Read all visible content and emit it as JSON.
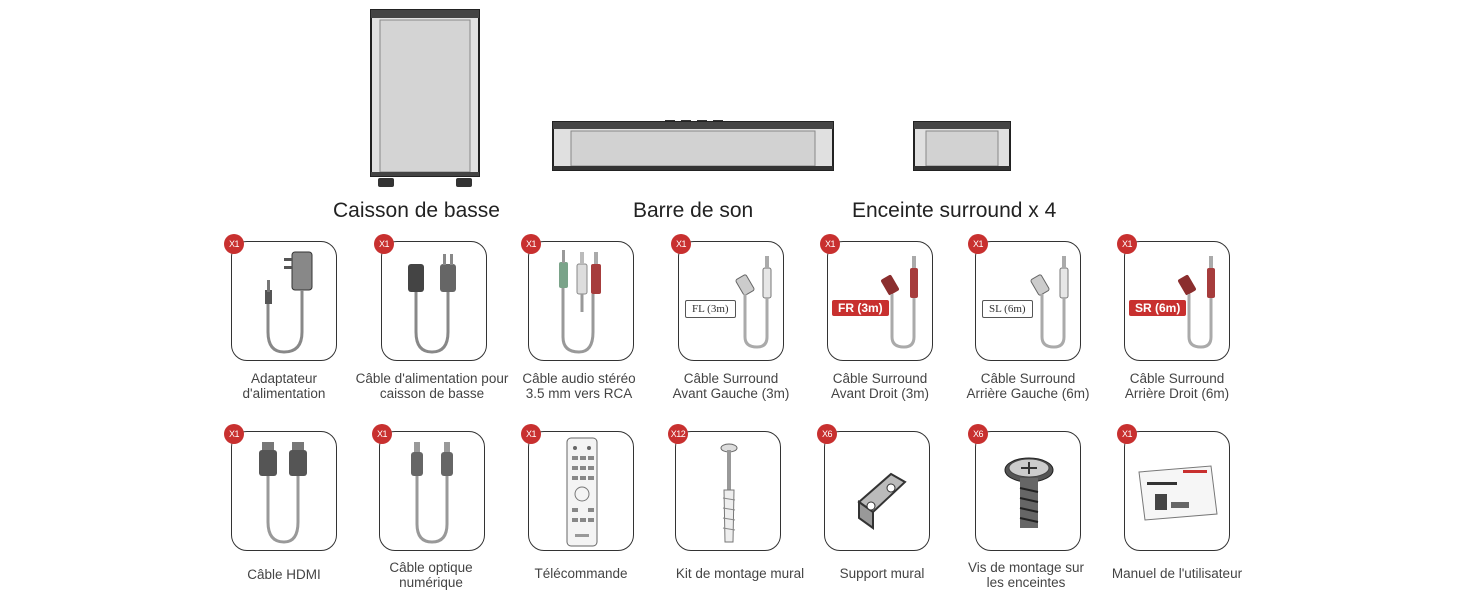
{
  "products": [
    {
      "id": "subwoofer",
      "title": "Caisson de basse"
    },
    {
      "id": "soundbar",
      "title": "Barre de son"
    },
    {
      "id": "surround",
      "title": "Enceinte surround x 4"
    }
  ],
  "accessories_row1": [
    {
      "qty": "X1",
      "line1": "Adaptateur",
      "line2": "d'alimentation",
      "icon": "power-adapter-icon"
    },
    {
      "qty": "X1",
      "line1": "Câble d'alimentation pour",
      "line2": "caisson de basse",
      "icon": "power-cable-icon"
    },
    {
      "qty": "X1",
      "line1": "Câble audio stéréo",
      "line2": "3.5 mm vers RCA",
      "icon": "rca-cable-icon"
    },
    {
      "qty": "X1",
      "line1": "Câble Surround",
      "line2": "Avant Gauche (3m)",
      "icon": "surround-cable-icon",
      "tag": "FL (3m)"
    },
    {
      "qty": "X1",
      "line1": "Câble Surround",
      "line2": "Avant Droit (3m)",
      "icon": "surround-cable-icon",
      "tag": "FR (3m)"
    },
    {
      "qty": "X1",
      "line1": "Câble Surround",
      "line2": "Arrière Gauche (6m)",
      "icon": "surround-cable-icon",
      "tag": "SL (6m)"
    },
    {
      "qty": "X1",
      "line1": "Câble Surround",
      "line2": "Arrière Droit (6m)",
      "icon": "surround-cable-icon",
      "tag": "SR (6m)"
    }
  ],
  "accessories_row2": [
    {
      "qty": "X1",
      "line1": "Câble HDMI",
      "line2": "",
      "icon": "hdmi-cable-icon"
    },
    {
      "qty": "X1",
      "line1": "Câble optique",
      "line2": "numérique",
      "icon": "optical-cable-icon"
    },
    {
      "qty": "X1",
      "line1": "Télécommande",
      "line2": "",
      "icon": "remote-control-icon"
    },
    {
      "qty": "X12",
      "line1": "Kit de montage mural",
      "line2": "",
      "icon": "wall-anchor-icon"
    },
    {
      "qty": "X6",
      "line1": "Support mural",
      "line2": "",
      "icon": "wall-bracket-icon"
    },
    {
      "qty": "X6",
      "line1": "Vis de montage sur",
      "line2": "les enceintes",
      "icon": "screw-icon"
    },
    {
      "qty": "X1",
      "line1": "Manuel de l'utilisateur",
      "line2": "",
      "icon": "user-manual-icon"
    }
  ],
  "colors": {
    "badge": "#c8302f",
    "device_fill": "#dcdcdc",
    "outline": "#333333"
  }
}
